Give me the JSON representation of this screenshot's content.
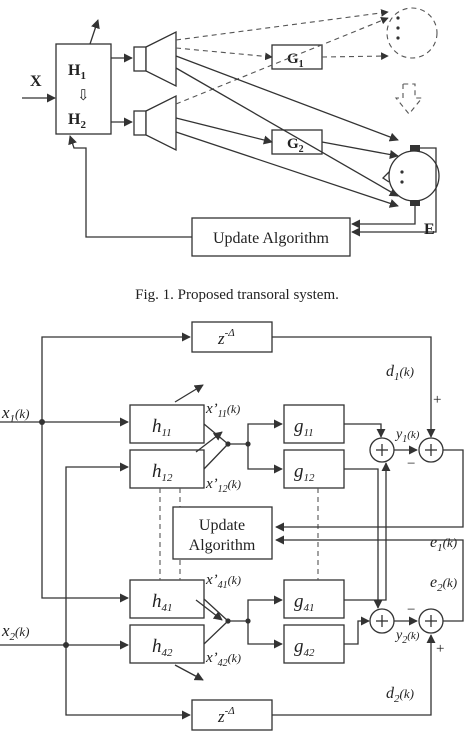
{
  "figure1": {
    "input_label": "X",
    "filter_top": "H",
    "filter_top_sub": "1",
    "filter_arrow": "⇩",
    "filter_bottom": "H",
    "filter_bottom_sub": "2",
    "path_g1": "G",
    "path_g1_sub": "1",
    "path_g2": "G",
    "path_g2_sub": "2",
    "update_label": "Update Algorithm",
    "error_label": "E",
    "caption": "Fig. 1. Proposed transoral system."
  },
  "figure2": {
    "delay_top": "z",
    "delay_top_exp": "-Δ",
    "delay_bottom": "z",
    "delay_bottom_exp": "-Δ",
    "input1": "x",
    "input1_sub": "1",
    "input1_arg": "(k)",
    "input2": "x",
    "input2_sub": "2",
    "input2_arg": "(k)",
    "h11": "h",
    "h11_sub": "11",
    "h12": "h",
    "h12_sub": "12",
    "h41": "h",
    "h41_sub": "41",
    "h42": "h",
    "h42_sub": "42",
    "g11": "g",
    "g11_sub": "11",
    "g12": "g",
    "g12_sub": "12",
    "g41": "g",
    "g41_sub": "41",
    "g42": "g",
    "g42_sub": "42",
    "xp11": "x’",
    "xp11_sub": "11",
    "xp11_arg": "(k)",
    "xp12": "x’",
    "xp12_sub": "12",
    "xp12_arg": "(k)",
    "xp41": "x’",
    "xp41_sub": "41",
    "xp41_arg": "(k)",
    "xp42": "x’",
    "xp42_sub": "42",
    "xp42_arg": "(k)",
    "update_line1": "Update",
    "update_line2": "Algorithm",
    "d1": "d",
    "d1_sub": "1",
    "d1_arg": "(k)",
    "d2": "d",
    "d2_sub": "2",
    "d2_arg": "(k)",
    "y1": "y",
    "y1_sub": "1",
    "y1_arg": "(k)",
    "y2": "y",
    "y2_sub": "2",
    "y2_arg": "(k)",
    "e1": "e",
    "e1_sub": "1",
    "e1_arg": "(k)",
    "e2": "e",
    "e2_sub": "2",
    "e2_arg": "(k)",
    "plus_top": "+",
    "minus_top": "−",
    "minus_bottom": "−",
    "plus_bottom": "+"
  }
}
